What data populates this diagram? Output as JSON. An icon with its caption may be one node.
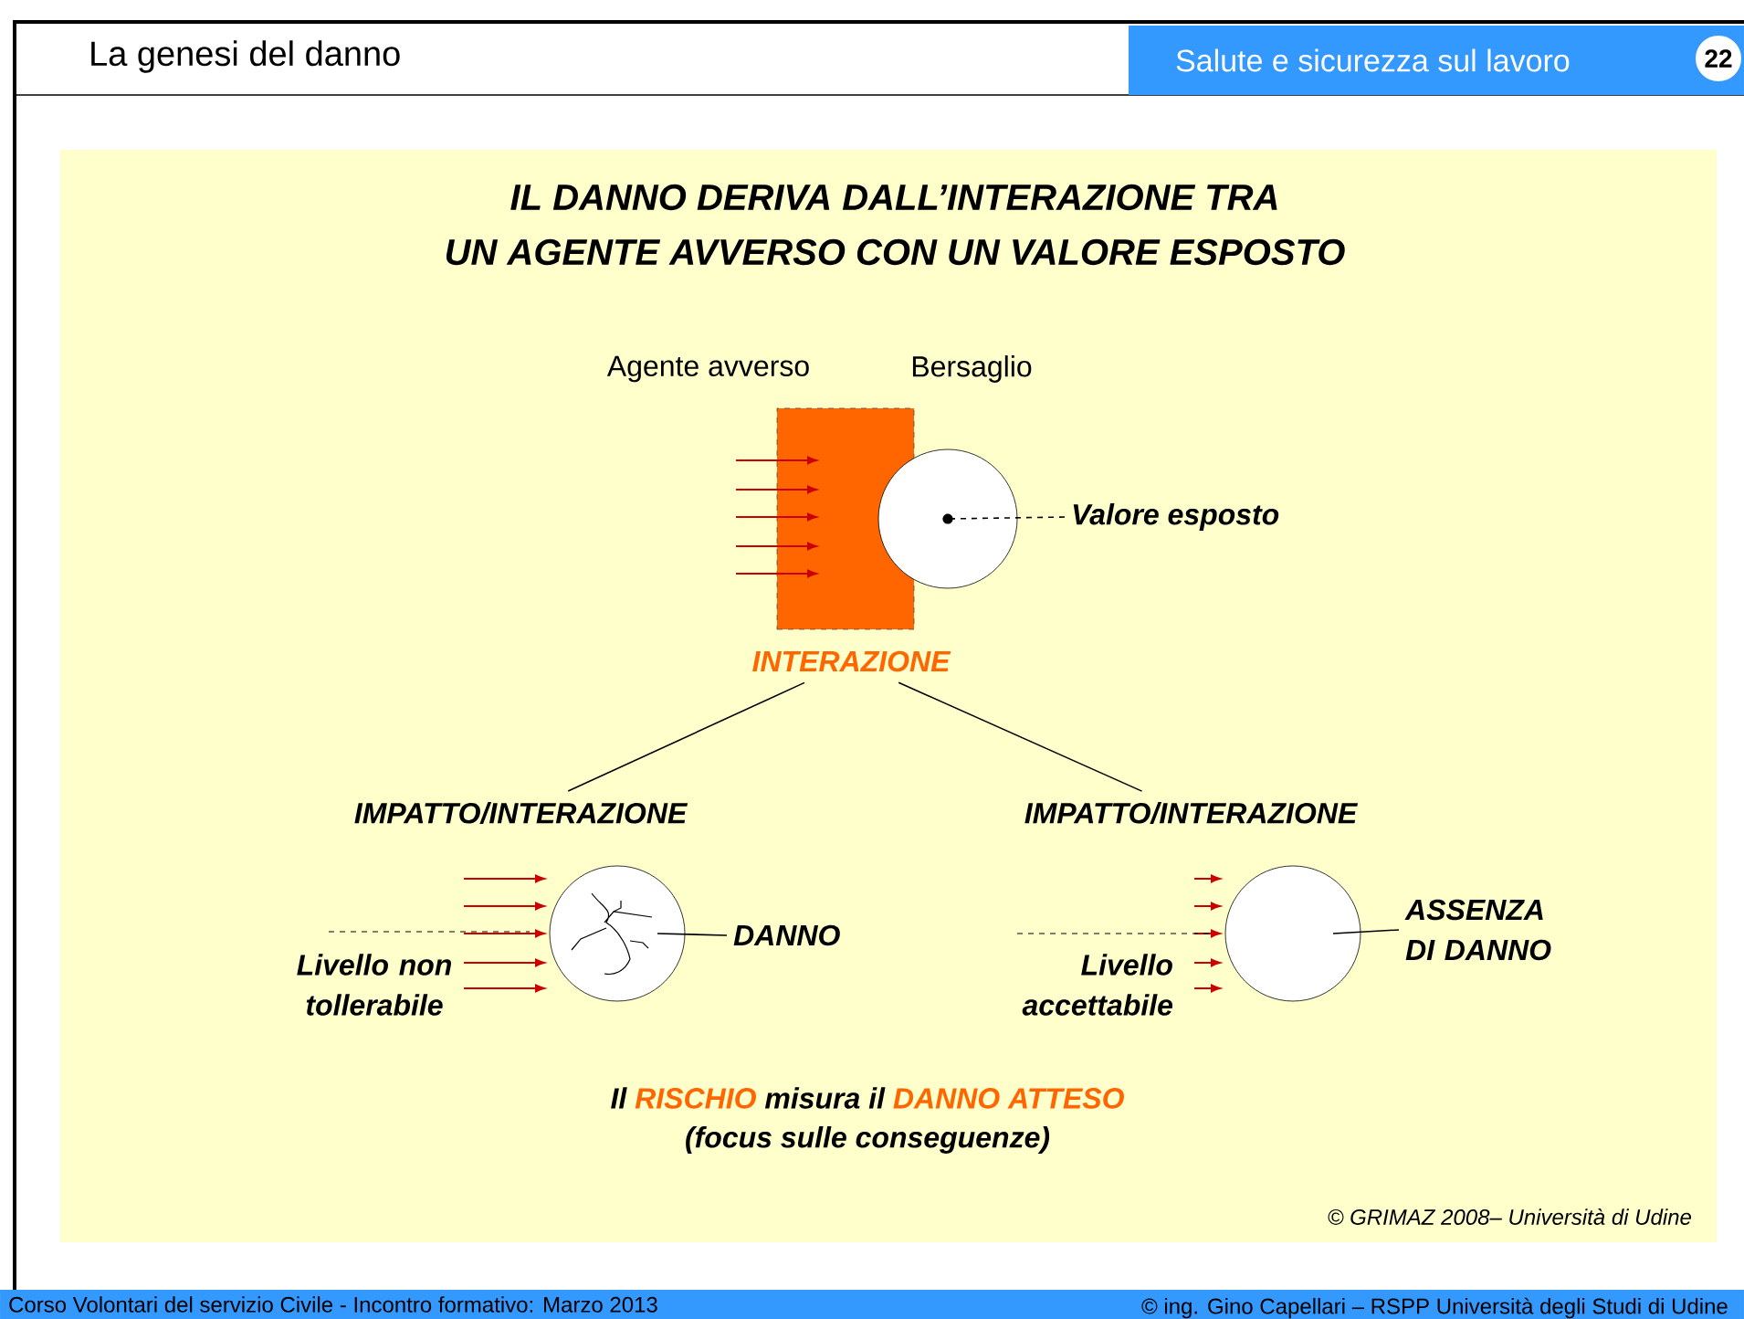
{
  "diagram": {
    "title": "La genesi del danno",
    "nodes": [
      {
        "text": [
          "Agente avverso"
        ]
      },
      {
        "text": [
          "Bersaglio"
        ]
      },
      {
        "text": [
          "Valore esposto"
        ]
      },
      {
        "text": [
          "INTERAZIONE"
        ]
      },
      {
        "text": [
          "IMPATTO/INTERAZIONE"
        ]
      },
      {
        "text": [
          "IMPATTO/INTERAZIONE"
        ]
      },
      {
        "text": [],
        "shape": "circle"
      },
      {
        "text": [
          "DANNO"
        ]
      },
      {
        "text": [],
        "shape": "circle"
      },
      {
        "text": [
          "ASSENZA DI DANNO"
        ]
      }
    ],
    "edges": [
      {
        "from": 2,
        "to": 1,
        "arrow": "none",
        "style": "dashed"
      },
      {
        "from": 3,
        "to": 4,
        "arrow": "none"
      },
      {
        "from": 3,
        "to": 5,
        "arrow": "none"
      },
      {
        "from": 7,
        "to": 6,
        "arrow": "none"
      },
      {
        "from": 9,
        "to": 8,
        "arrow": "none"
      }
    ],
    "labels": [
      "Salute e sicurezza sul lavoro",
      "22",
      "IL DANNO DERIVA DALL’INTERAZIONE TRA",
      "UN AGENTE AVVERSO CON UN VALORE ESPOSTO",
      "Livello non tollerabile",
      "Livello accettabile",
      "Il",
      "RISCHIO",
      "misura il",
      "DANNO ATTESO",
      "(focus sulle conseguenze)",
      "© GRIMAZ  2008– Università di Udine",
      "Corso Volontari del servizio Civile - Incontro formativo: Marzo 2013",
      "© ing. Gino Capellari – RSPP Università degli Studi di Udine"
    ]
  }
}
